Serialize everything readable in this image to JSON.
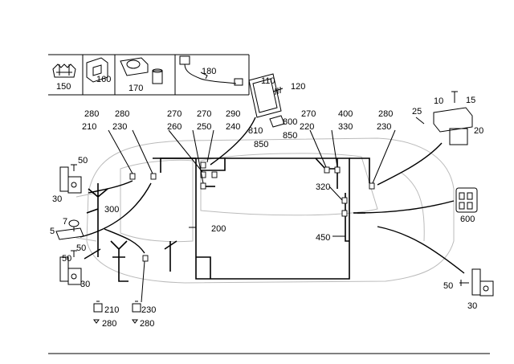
{
  "inset_labels": {
    "i150": "150",
    "i160": "160",
    "i170": "170",
    "i180": "180"
  },
  "part_labels": {
    "p110": "110",
    "p120": "120",
    "p800": "800",
    "p810": "810",
    "p850a": "850",
    "p850b": "850",
    "p280_l1": "280",
    "p210_l1": "210",
    "p280_l2": "280",
    "p230_l2": "230",
    "p270_a": "270",
    "p260": "260",
    "p270_b": "270",
    "p250": "250",
    "p290": "290",
    "p240": "240",
    "p270_r": "270",
    "p220": "220",
    "p400": "400",
    "p330": "330",
    "p280_r": "280",
    "p230_r": "230",
    "p10": "10",
    "p15": "15",
    "p25": "25",
    "p20": "20",
    "p50_a": "50",
    "p30_a": "30",
    "p300": "300",
    "p7": "7",
    "p5": "5",
    "p50_b": "50",
    "p50_c": "50",
    "p30_b": "30",
    "p200": "200",
    "p320": "320",
    "p450": "450",
    "p600": "600",
    "p50_d": "50",
    "p30_c": "30",
    "p210_b": "210",
    "p280_b1": "280",
    "p230_b": "230",
    "p280_b2": "280"
  }
}
